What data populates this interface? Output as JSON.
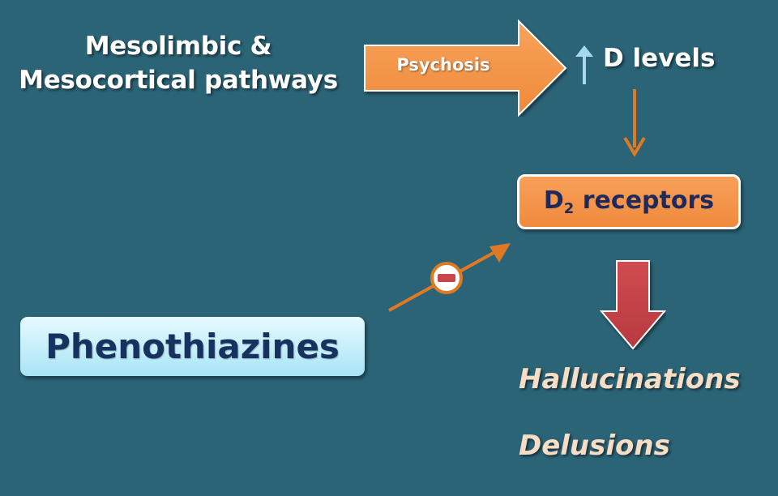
{
  "pathways": {
    "line1": "Mesolimbic &",
    "line2": "Mesocortical pathways"
  },
  "psychosis": {
    "label": "Psychosis"
  },
  "dopamine": {
    "label": "D levels",
    "up_icon": "up-arrow-icon"
  },
  "receptor": {
    "prefix": "D",
    "subscript": "2",
    "suffix": "receptors"
  },
  "effects": [
    "Hallucinations",
    "Delusions"
  ],
  "drug": {
    "label": "Phenothiazines"
  },
  "inhibition": {
    "icon": "minus-circle-icon"
  },
  "colors": {
    "background": "#2b6477",
    "orange": "#f59546",
    "connector": "#e07a22",
    "red_arrow": "#c9454a",
    "light_blue": "#a8d8ef",
    "effect_text": "#f6ddc6",
    "receptor_text": "#1f2a5c",
    "drug_text": "#15335e"
  }
}
